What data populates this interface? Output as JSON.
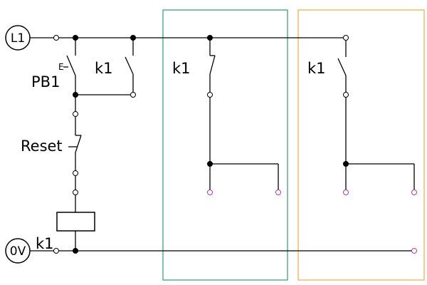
{
  "rails": {
    "top_label": "L1",
    "bottom_label": "0V"
  },
  "labels": {
    "pb1": "PB1",
    "pb1_mark": "E",
    "reset": "Reset",
    "k1_hold": "k1",
    "k1_branch_a": "k1",
    "k1_branch_b": "k1",
    "k1_coil": "k1"
  },
  "colors": {
    "box_a": "#3aa57a",
    "box_b": "#f0b050",
    "output_terminal": "#b03ab0"
  }
}
